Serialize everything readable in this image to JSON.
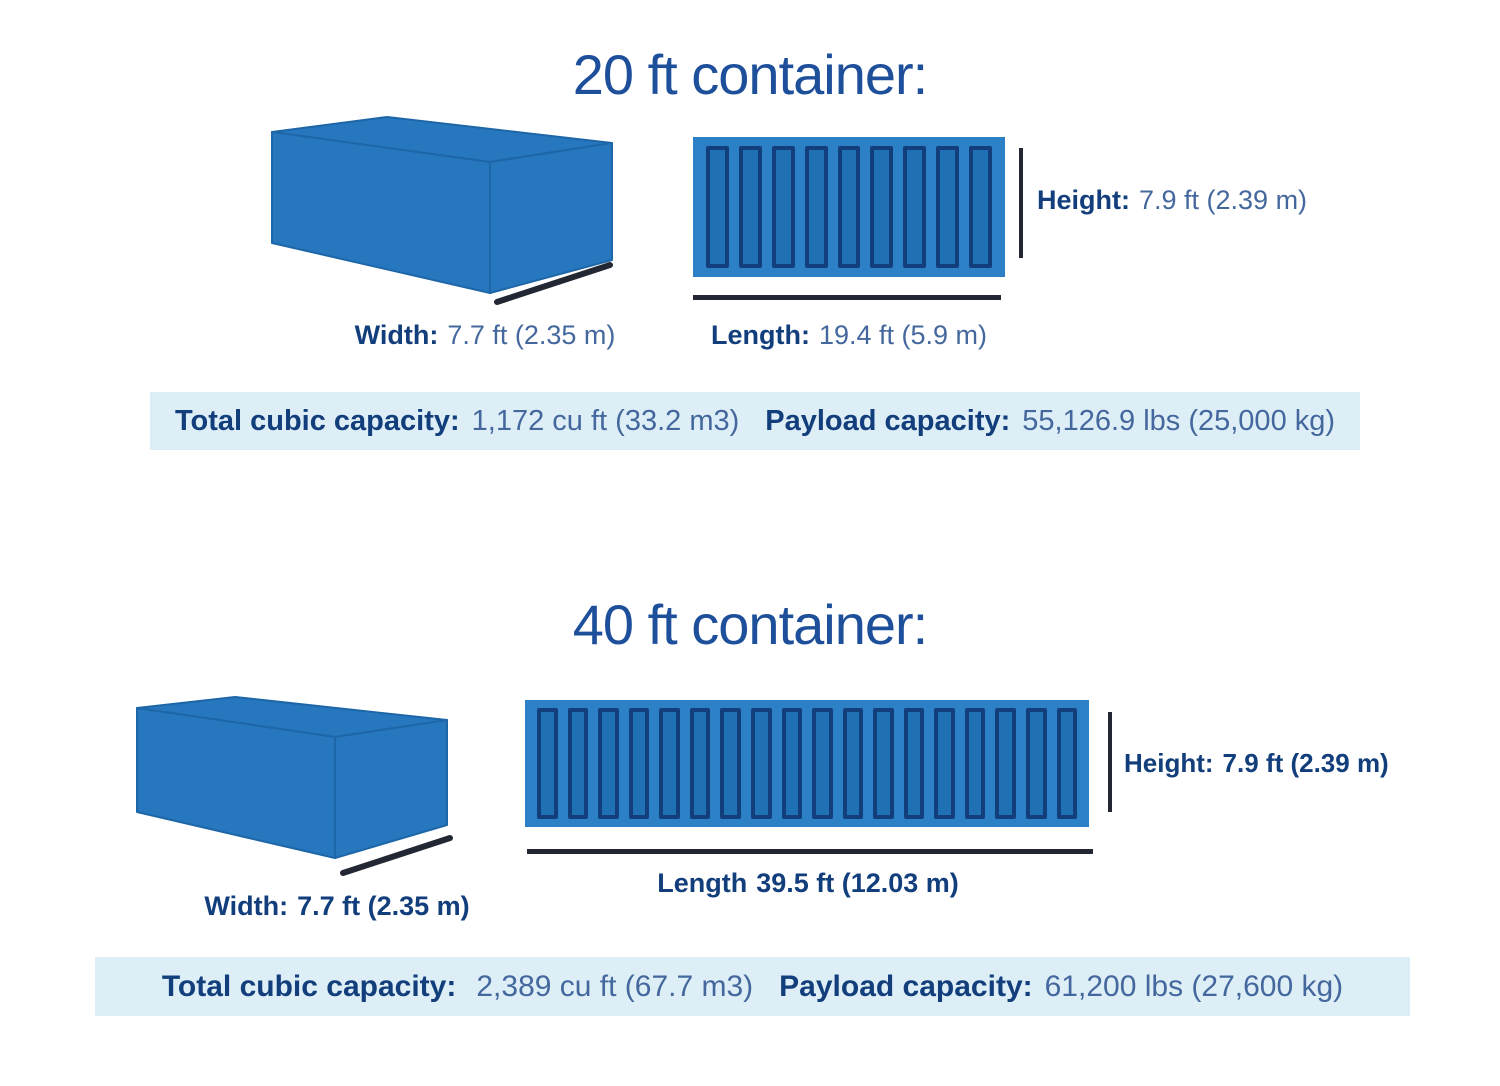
{
  "colors": {
    "title": "#1d4f9a",
    "label": "#123e7c",
    "value": "#44689e",
    "box_fill": "#2777bf",
    "box_edge": "#1d66a8",
    "side_bg": "#2b80c6",
    "panel_fill": "#2070b4",
    "panel_border": "#123f7c",
    "band_bg": "#ddeef6",
    "dim_line": "#222733"
  },
  "sections": [
    {
      "title": "20 ft container:",
      "width": {
        "label": "Width:",
        "value": "7.7 ft (2.35 m)"
      },
      "length": {
        "label": "Length:",
        "value": "19.4 ft (5.9 m)"
      },
      "height": {
        "label": "Height:",
        "value": "7.9 ft (2.39 m)"
      },
      "panel_count": 9,
      "capacity": {
        "cubic_label": "Total cubic capacity:",
        "cubic_value": "1,172 cu ft (33.2 m3)",
        "payload_label": "Payload capacity:",
        "payload_value": "55,126.9 lbs (25,000 kg)"
      }
    },
    {
      "title": "40 ft container:",
      "width": {
        "label": "Width:",
        "value": "7.7 ft (2.35 m)"
      },
      "length": {
        "label": "Length",
        "value": "39.5 ft (12.03 m)"
      },
      "height": {
        "label": "Height:",
        "value": "7.9 ft (2.39 m)"
      },
      "panel_count": 18,
      "capacity": {
        "cubic_label": "Total cubic capacity:",
        "cubic_value": "2,389 cu ft (67.7 m3)",
        "payload_label": "Payload capacity:",
        "payload_value": "61,200 lbs (27,600 kg)"
      }
    }
  ]
}
